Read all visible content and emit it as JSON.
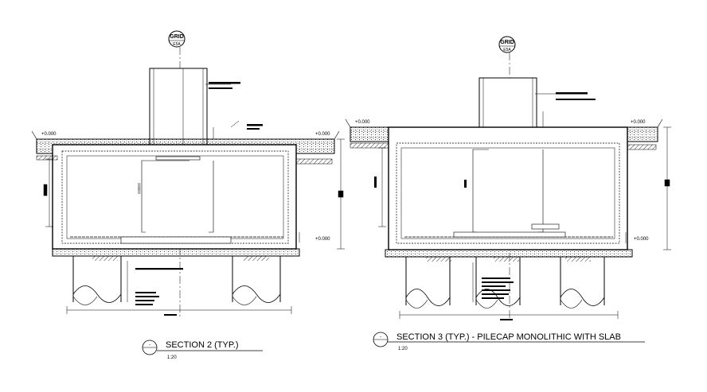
{
  "sections": [
    {
      "id": "section-2",
      "title": "SECTION 2 (TYP.)",
      "scale": "1:20",
      "title_marker": "-",
      "grid_label": "GRID",
      "grid_sub": "E5A",
      "level_top_left": "+0.000",
      "level_top_right": "+0.000",
      "level_bottom_right": "+0.000"
    },
    {
      "id": "section-3",
      "title": "SECTION 3 (TYP.) - PILECAP MONOLITHIC WITH SLAB",
      "scale": "1:20",
      "title_marker": "-",
      "grid_label": "GRID",
      "grid_sub": "E5A",
      "level_top_left": "+0.000",
      "level_top_right": "+0.000",
      "level_bottom_right": "+0.000"
    }
  ]
}
